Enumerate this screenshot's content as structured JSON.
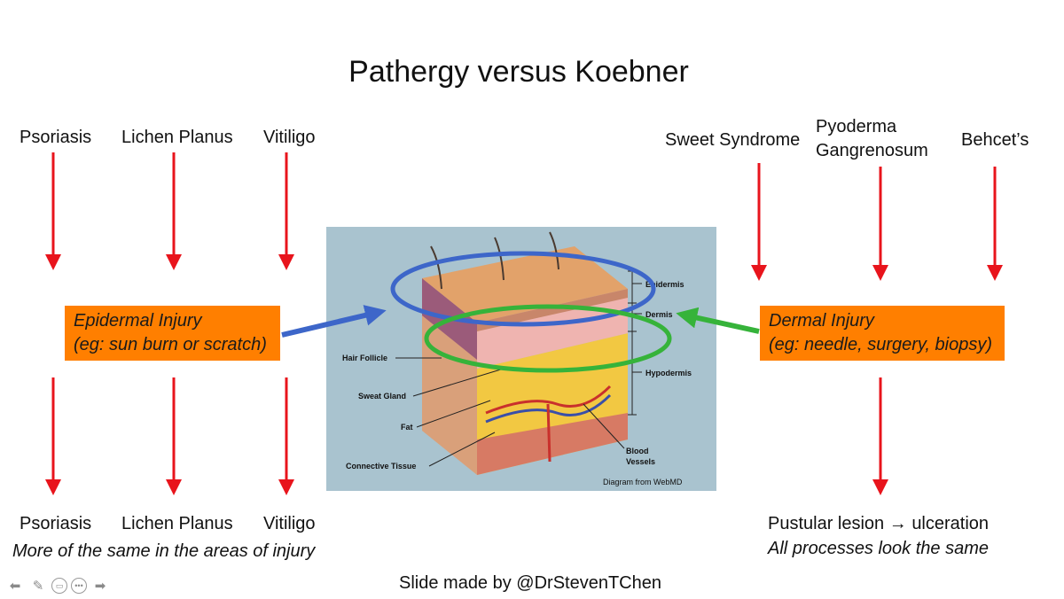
{
  "slide": {
    "title": "Pathergy versus Koebner",
    "credit": "Slide made by @DrStevenTChen"
  },
  "left": {
    "top_labels": [
      "Psoriasis",
      "Lichen Planus",
      "Vitiligo"
    ],
    "injury_box": {
      "line1": "Epidermal Injury",
      "line2": "(eg: sun burn or scratch)"
    },
    "bottom_labels": [
      "Psoriasis",
      "Lichen Planus",
      "Vitiligo"
    ],
    "caption": "More of the same in the areas of injury"
  },
  "right": {
    "top_labels": [
      "Sweet Syndrome",
      "Pyoderma",
      "Gangrenosum",
      "Behcet’s"
    ],
    "injury_box": {
      "line1": "Dermal Injury",
      "line2": "(eg: needle, surgery, biopsy)"
    },
    "outcome": "Pustular lesion",
    "outcome_arrow": "→",
    "outcome_end": "ulceration",
    "caption": "All processes look the same"
  },
  "diagram": {
    "layers": [
      "Epidermis",
      "Dermis",
      "Hypodermis"
    ],
    "structures": [
      "Hair Follicle",
      "Sweat Gland",
      "Fat",
      "Connective Tissue",
      "Blood",
      "Vessels"
    ],
    "source": "Diagram from WebMD"
  },
  "colors": {
    "arrow_red": "#e8141c",
    "box_orange": "#ff7f00",
    "epidermis_ring": "#3d66c9",
    "dermis_ring": "#36b33a",
    "diagram_bg": "#a9c3cf"
  },
  "nav_icons": [
    "arrow-left-icon",
    "pencil-icon",
    "slides-icon",
    "more-icon",
    "arrow-right-icon"
  ]
}
